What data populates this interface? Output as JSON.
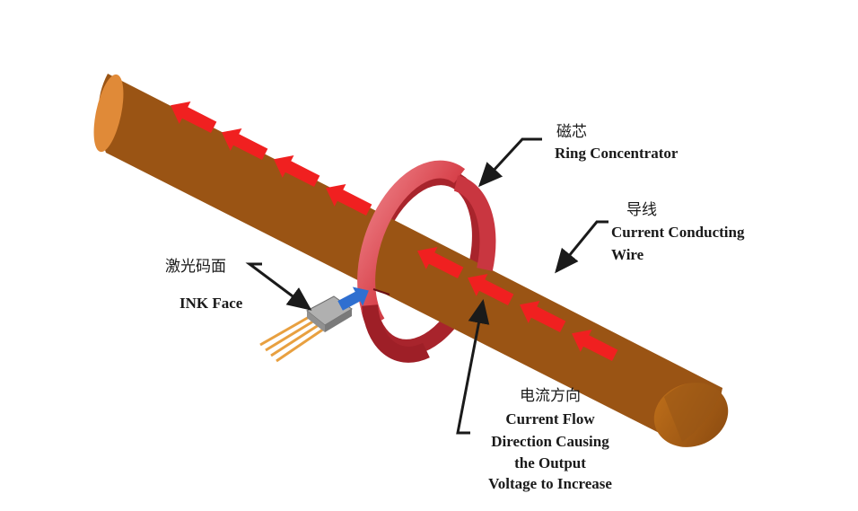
{
  "labels": {
    "ring": {
      "cn": "磁芯",
      "en": "Ring Concentrator"
    },
    "wire": {
      "cn": "导线",
      "en_line1": "Current Conducting",
      "en_line2": "Wire"
    },
    "ink": {
      "cn": "激光码面",
      "en": "INK Face"
    },
    "current": {
      "cn": "电流方向",
      "en_line1": "Current Flow",
      "en_line2": "Direction Causing",
      "en_line3": "the Output",
      "en_line4": "Voltage to Increase"
    }
  },
  "colors": {
    "wire_light": "#e89040",
    "wire_mid": "#c8701f",
    "wire_dark": "#8a4a10",
    "ring_light": "#e66a72",
    "ring_dark": "#8e1a20",
    "arrow_red": "#f02020",
    "sensor_blue": "#2f6fd0",
    "leads": "#e8a040"
  }
}
